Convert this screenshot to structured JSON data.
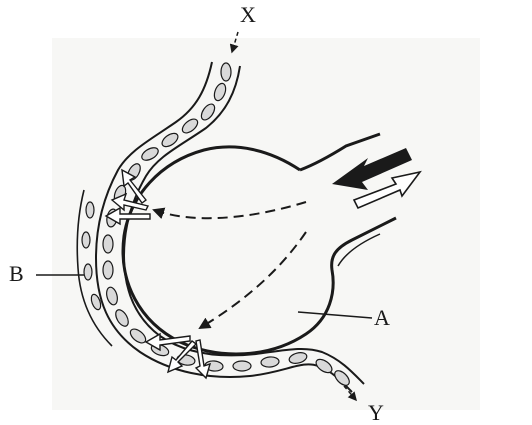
{
  "labels": {
    "x": "X",
    "y": "Y",
    "a": "A",
    "b": "B"
  },
  "colors": {
    "background": "#ffffff",
    "paper": "#f7f7f5",
    "ink": "#1a1a1a",
    "cell_fill": "#d9d9d9"
  },
  "icons": {
    "airflow_in": "black-arrow-in",
    "airflow_out": "white-arrow-out",
    "diffusion": "dashed-diffusion-arrows"
  }
}
